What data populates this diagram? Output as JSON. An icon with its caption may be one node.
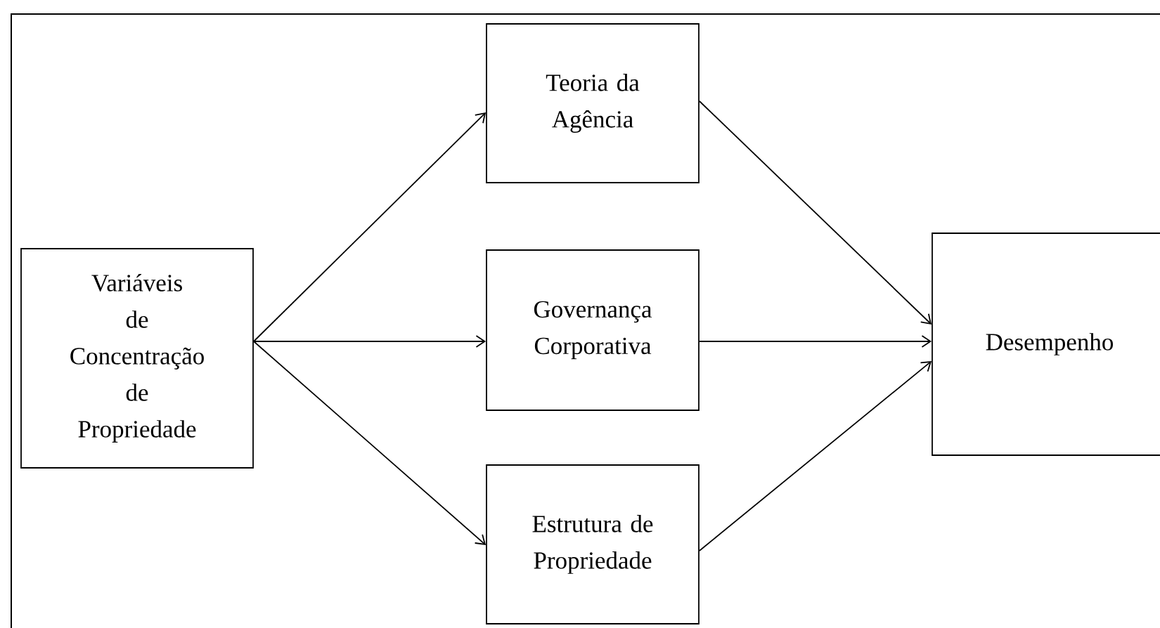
{
  "diagram": {
    "nodes": [
      {
        "text": [
          "Variáveis de Concentração de Propriedade"
        ]
      },
      {
        "text": [
          "Teoria da Agência"
        ]
      },
      {
        "text": [
          "Governança Corporativa"
        ]
      },
      {
        "text": [
          "Estrutura de Propriedade"
        ]
      },
      {
        "text": [
          "Desempenho"
        ]
      }
    ],
    "edges": [
      {
        "from": 0,
        "to": 1,
        "arrow": "to"
      },
      {
        "from": 0,
        "to": 2,
        "arrow": "to"
      },
      {
        "from": 0,
        "to": 3,
        "arrow": "to"
      },
      {
        "from": 1,
        "to": 4,
        "arrow": "to"
      },
      {
        "from": 2,
        "to": 4,
        "arrow": "to"
      },
      {
        "from": 3,
        "to": 4,
        "arrow": "to"
      }
    ]
  }
}
